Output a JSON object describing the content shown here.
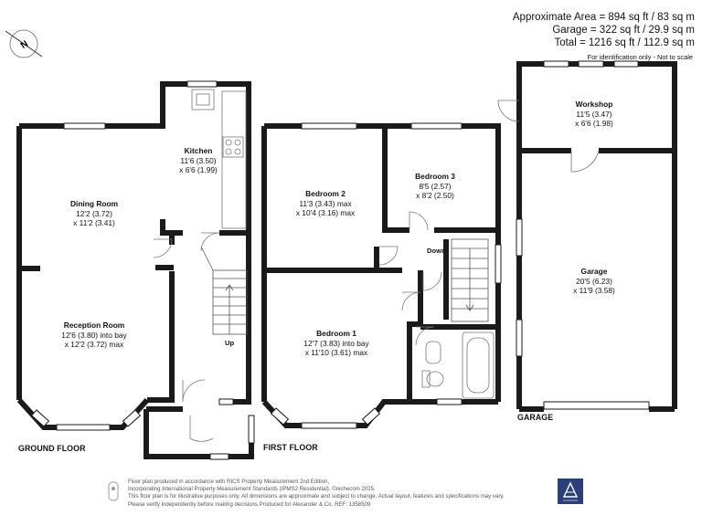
{
  "areas": [
    "Approximate Area = 894 sq ft / 83 sq m",
    "Garage = 322 sq ft / 29.9 sq m",
    "Total = 1216 sq ft / 112.9 sq m"
  ],
  "note": "For identification only - Not to scale",
  "compass_letter": "N",
  "rooms": {
    "kitchen": {
      "name": "Kitchen",
      "dim1": "11'6 (3.50)",
      "dim2": "x 6'6 (1.99)"
    },
    "dining": {
      "name": "Dining Room",
      "dim1": "12'2 (3.72)",
      "dim2": "x 11'2 (3.41)"
    },
    "reception": {
      "name": "Reception Room",
      "dim1": "12'6 (3.80) into bay",
      "dim2": "x 12'2 (3.72) max"
    },
    "bedroom2": {
      "name": "Bedroom 2",
      "dim1": "11'3 (3.43) max",
      "dim2": "x 10'4 (3.16) max"
    },
    "bedroom3": {
      "name": "Bedroom 3",
      "dim1": "8'5 (2.57)",
      "dim2": "x 8'2 (2.50)"
    },
    "bedroom1": {
      "name": "Bedroom 1",
      "dim1": "12'7 (3.83) into bay",
      "dim2": "x 11'10 (3.61) max"
    },
    "workshop": {
      "name": "Workshop",
      "dim1": "11'5 (3.47)",
      "dim2": "x 6'6 (1.98)"
    },
    "garage": {
      "name": "Garage",
      "dim1": "20'5 (6.23)",
      "dim2": "x 11'9 (3.58)"
    }
  },
  "labels": {
    "up": "Up",
    "down": "Down"
  },
  "floors": {
    "ground": "GROUND FLOOR",
    "first": "FIRST FLOOR",
    "garage": "GARAGE"
  },
  "footer": [
    "Floor plan produced in accordance with RICS Property Measurement 2nd Edition,",
    "Incorporating International Property Measurement Standards (IPMS2 Residential).  ©nichecom 2025.",
    "This floor plan is for illustrative purposes only. All dimensions are approximate and subject to change. Actual layout, features and specifications may vary.",
    "Please verify independently before making decisions.Produced for Alexander & Co.   REF:  1358509"
  ],
  "colors": {
    "wall": "#1a1a1a",
    "fixture": "#777777",
    "brand": "#2b3f78"
  }
}
